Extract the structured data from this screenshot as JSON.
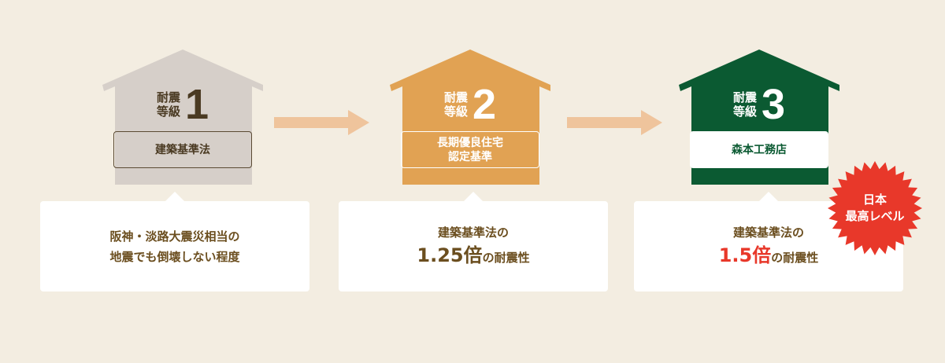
{
  "colors": {
    "background": "#f3ede1",
    "house1": "#d6cfc9",
    "house2": "#e1a253",
    "house3": "#0b5a32",
    "arrow": "#efc49c",
    "card": "#ffffff",
    "card_text": "#6b4e1f",
    "accent_red": "#e8382a"
  },
  "steps": [
    {
      "grade_label": "耐震\n等級",
      "grade_label_line1": "耐震",
      "grade_label_line2": "等級",
      "grade_number": "1",
      "standard": "建築基準法",
      "card": {
        "line1": "阪神・淡路大震災相当の",
        "line2": "地震でも倒壊しない程度"
      }
    },
    {
      "grade_label_line1": "耐震",
      "grade_label_line2": "等級",
      "grade_number": "2",
      "standard": "長期優良住宅\n認定基準",
      "card": {
        "line1": "建築基準法の",
        "multiplier": "1.25倍",
        "suffix_no": "の",
        "suffix": "耐震性"
      }
    },
    {
      "grade_label_line1": "耐震",
      "grade_label_line2": "等級",
      "grade_number": "3",
      "standard": "森本工務店",
      "card": {
        "line1": "建築基準法の",
        "multiplier": "1.5倍",
        "suffix_no": "の",
        "suffix": "耐震性"
      }
    }
  ],
  "badge": {
    "line1": "日本",
    "line2": "最高レベル"
  }
}
